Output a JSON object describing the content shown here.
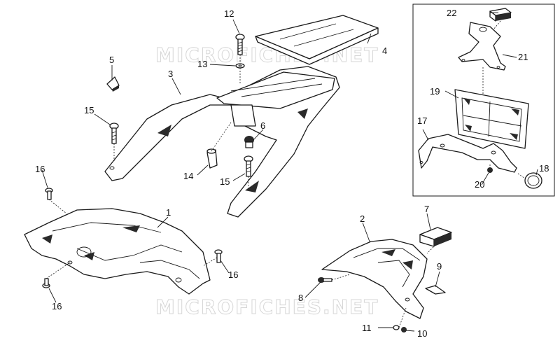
{
  "watermarks": [
    "MICROFICHES.NET",
    "MICROFICHES.NET"
  ],
  "callouts": {
    "c1": "1",
    "c2": "2",
    "c3": "3",
    "c4": "4",
    "c5": "5",
    "c6": "6",
    "c7": "7",
    "c8": "8",
    "c9": "9",
    "c10": "10",
    "c11": "11",
    "c12": "12",
    "c13": "13",
    "c14": "14",
    "c15a": "15",
    "c15b": "15",
    "c16a": "16",
    "c16b": "16",
    "c16c": "16",
    "c17": "17",
    "c18": "18",
    "c19": "19",
    "c20": "20",
    "c21": "21",
    "c22": "22"
  },
  "colors": {
    "ink": "#1a1a1a",
    "background": "#ffffff",
    "watermark": "#d6d6d6"
  }
}
